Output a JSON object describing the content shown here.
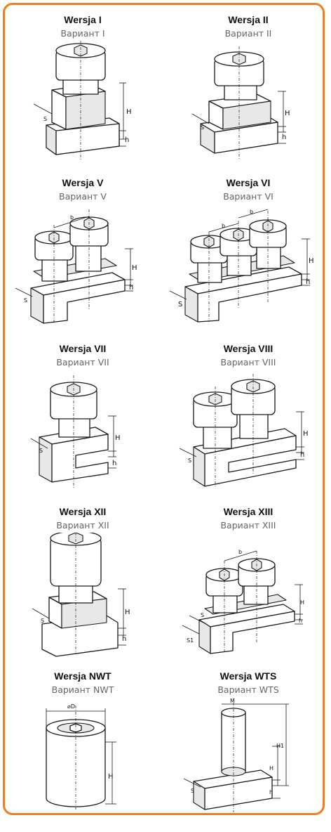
{
  "variants": [
    {
      "title": "Wersja I",
      "subtitle": "Вариант I"
    },
    {
      "title": "Wersja II",
      "subtitle": "Вариант II"
    },
    {
      "title": "Wersja V",
      "subtitle": "Вариант V"
    },
    {
      "title": "Wersja VI",
      "subtitle": "Вариант VI"
    },
    {
      "title": "Wersja VII",
      "subtitle": "Вариант VII"
    },
    {
      "title": "Wersja VIII",
      "subtitle": "Вариант VIII"
    },
    {
      "title": "Wersja XII",
      "subtitle": "Вариант XII"
    },
    {
      "title": "Wersja XIII",
      "subtitle": "Вариант XIII"
    },
    {
      "title": "Wersja NWT",
      "subtitle": "Вариант NWT"
    },
    {
      "title": "Wersja WTS",
      "subtitle": "Вариант WTS"
    }
  ],
  "dimension_labels": {
    "s": "S",
    "s1": "S1",
    "H": "H",
    "H1": "H1",
    "h": "h",
    "b": "b",
    "D": "⌀D",
    "M": "M"
  },
  "colors": {
    "frame_border": "#f07f1f"
  }
}
